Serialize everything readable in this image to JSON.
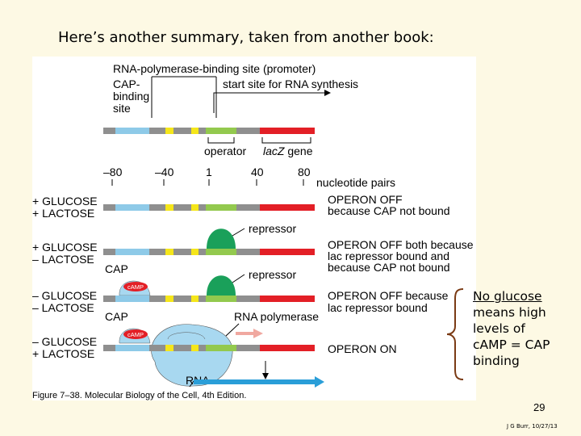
{
  "slide": {
    "title": "Here’s another summary, taken from another book:",
    "slide_number": "29",
    "footer": "J G Burr, 10/27/13"
  },
  "figure": {
    "top_labels": {
      "promoter": "RNA-polymerase-binding site (promoter)",
      "cap_site": [
        "CAP-",
        "binding",
        "site"
      ],
      "start_site": "start site for RNA synthesis",
      "operator": "operator",
      "lacz_italic": "lacZ",
      "gene": " gene"
    },
    "scale": {
      "ticks": [
        "–80",
        "–40",
        "1",
        "40",
        "80"
      ],
      "unit": "nucleotide pairs"
    },
    "conditions": [
      {
        "line1": "+ GLUCOSE",
        "line2": "+ LACTOSE",
        "status": [
          "OPERON OFF",
          "because CAP not bound"
        ]
      },
      {
        "line1": "+ GLUCOSE",
        "line2": "– LACTOSE",
        "status": [
          "OPERON OFF both because",
          "lac repressor bound and",
          "because CAP not bound"
        ]
      },
      {
        "line1": "– GLUCOSE",
        "line2": "– LACTOSE",
        "status": [
          "OPERON OFF because",
          "lac repressor bound"
        ]
      },
      {
        "line1": "– GLUCOSE",
        "line2": "+ LACTOSE",
        "status": [
          "OPERON ON"
        ]
      }
    ],
    "labels": {
      "repressor": "repressor",
      "cap": "CAP",
      "camp": "cAMP",
      "rna_polymerase": "RNA polymerase",
      "rna": "RNA"
    },
    "caption": "Figure 7–38. Molecular Biology of the Cell, 4th Edition."
  },
  "note": {
    "line1": "No glucose",
    "rest": [
      "means high",
      "levels of",
      "cAMP = CAP",
      "binding"
    ]
  },
  "colors": {
    "cap_site": "#8ecae8",
    "yellow_block": "#f5e61a",
    "gray_dna": "#8f8f8f",
    "operator": "#93c94e",
    "lacz": "#e31f26",
    "repressor": "#1aa05a",
    "cap_protein": "#a8d8f0",
    "polymerase": "#a8d8f0",
    "rna_arrow": "#2a9ed8",
    "bracket": "#7a3a14"
  }
}
